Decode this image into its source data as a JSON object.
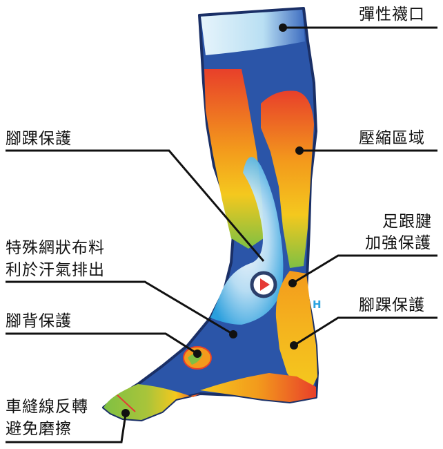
{
  "labels": {
    "elastic_cuff": "彈性襪口",
    "ankle_protection_left": "腳踝保護",
    "compression_zone": "壓縮區域",
    "heel_tendon_line1": "足跟腱",
    "heel_tendon_line2": "加強保護",
    "special_mesh_line1": "特殊網狀布料",
    "special_mesh_line2": "利於汗氣排出",
    "instep_protection": "腳背保護",
    "ankle_protection_right": "腳踝保護",
    "seam_line1": "車縫線反轉",
    "seam_line2": "避免磨擦"
  },
  "heel_mark": "H",
  "colors": {
    "sock_blue": "#2b55a8",
    "cuff_light": "#cfe9f6",
    "heat_red": "#e8402a",
    "heat_orange": "#f39a1c",
    "heat_yellow": "#f4c81e",
    "heat_green": "#7fc043",
    "leader_line": "#111111",
    "play_button": "#e53935"
  },
  "icons": {
    "center_marker": "play-button-icon"
  }
}
